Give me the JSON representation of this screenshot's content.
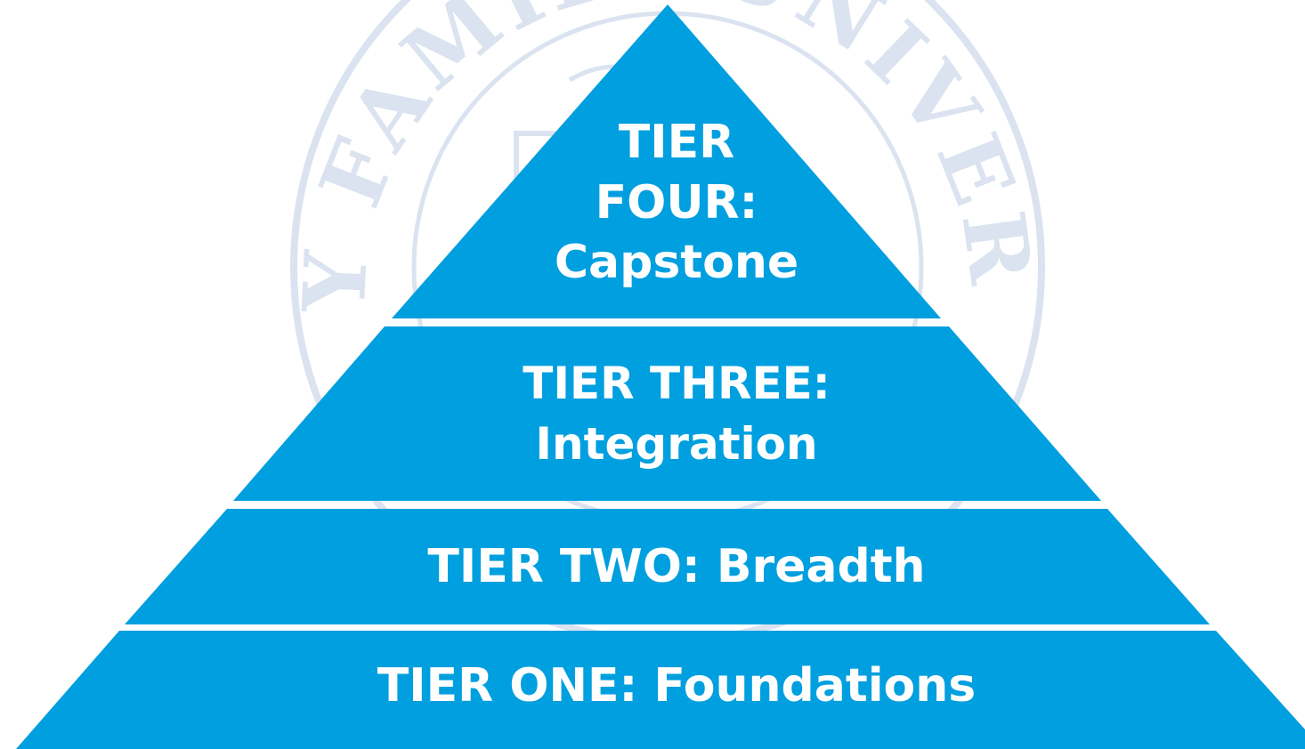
{
  "watermark": {
    "seal_text": "HOLY FAMILY UNIVERSITY",
    "color": "#8fa9cf",
    "opacity": 0.32
  },
  "colors": {
    "tier_fill": "#009fdf",
    "tier_text": "#ffffff",
    "separator": "#ffffff"
  },
  "pyramid": {
    "tiers": [
      {
        "id": "four",
        "lines": [
          "TIER",
          "FOUR:",
          "Capstone"
        ]
      },
      {
        "id": "three",
        "lines": [
          "TIER THREE:",
          "Integration"
        ]
      },
      {
        "id": "two",
        "lines": [
          "TIER TWO: Breadth"
        ]
      },
      {
        "id": "one",
        "lines": [
          "TIER ONE: Foundations"
        ]
      }
    ]
  }
}
